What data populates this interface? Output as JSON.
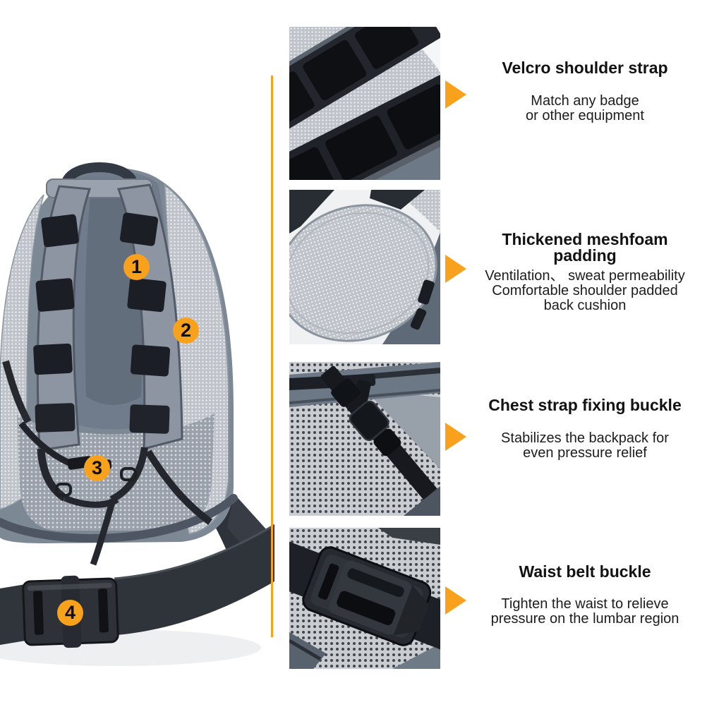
{
  "colors": {
    "accent": "#F7A11D",
    "text": "#121212"
  },
  "left_panel": {
    "description": "backpack-back-view-photo",
    "callouts": [
      {
        "number": "1"
      },
      {
        "number": "2"
      },
      {
        "number": "3"
      },
      {
        "number": "4"
      }
    ]
  },
  "features": [
    {
      "number": "1",
      "title": "Velcro shoulder strap",
      "description": "Match any badge\nor other equipment",
      "thumbnail": "velcro-shoulder-strap-closeup"
    },
    {
      "number": "2",
      "title": "Thickened meshfoam\npadding",
      "description": "Ventilation、 sweat permeability\nComfortable shoulder padded\nback cushion",
      "thumbnail": "thickened-meshfoam-padding-closeup"
    },
    {
      "number": "3",
      "title": "Chest strap fixing buckle",
      "description": "Stabilizes the backpack for\neven pressure relief",
      "thumbnail": "chest-strap-fixing-buckle-closeup"
    },
    {
      "number": "4",
      "title": "Waist belt buckle",
      "description": "Tighten the waist to relieve\npressure on the lumbar region",
      "thumbnail": "waist-belt-buckle-closeup"
    }
  ]
}
